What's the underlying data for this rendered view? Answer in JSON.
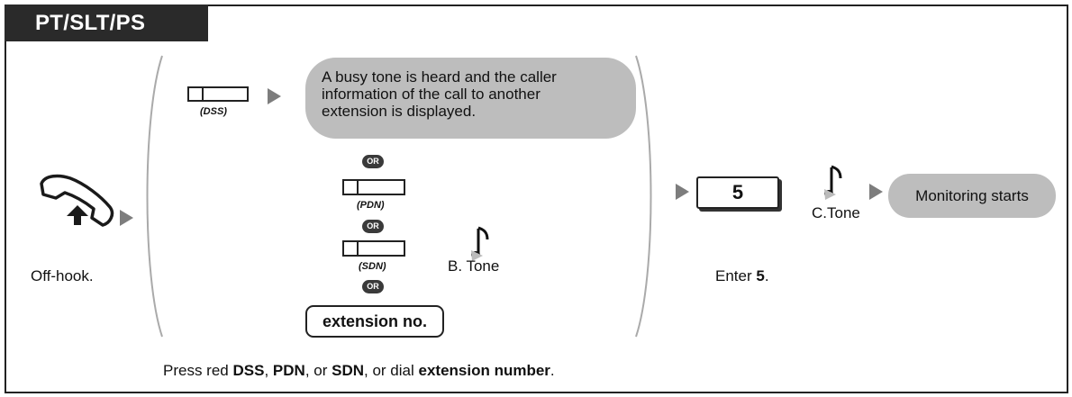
{
  "header": {
    "title": "PT/SLT/PS"
  },
  "steps": {
    "off_hook": {
      "label": "Off-hook."
    },
    "dss": {
      "key_label": "(DSS)",
      "bubble_text": [
        "A busy tone is heard and the caller",
        "information of the call to another",
        "extension is displayed."
      ]
    },
    "alternatives": {
      "or_label": "OR",
      "pdn_label": "(PDN)",
      "sdn_label": "(SDN)",
      "extension_label": "extension no.",
      "tone_label": "B. Tone"
    },
    "enter": {
      "key": "5",
      "label_prefix": "Enter ",
      "label_bold": "5",
      "label_suffix": ".",
      "tone_label": "C.Tone"
    },
    "result": {
      "text": "Monitoring starts"
    }
  },
  "footer": {
    "parts": [
      {
        "text": "Press red ",
        "bold": false
      },
      {
        "text": "DSS",
        "bold": true
      },
      {
        "text": ", ",
        "bold": false
      },
      {
        "text": "PDN",
        "bold": true
      },
      {
        "text": ", or ",
        "bold": false
      },
      {
        "text": "SDN",
        "bold": true
      },
      {
        "text": ", or dial ",
        "bold": false
      },
      {
        "text": "extension number",
        "bold": true
      },
      {
        "text": ".",
        "bold": false
      }
    ]
  },
  "colors": {
    "tab_bg": "#2a2a2a",
    "bubble_bg": "#bdbdbd",
    "arrow": "#7d7d7d",
    "or_badge": "#3a3a3a"
  }
}
